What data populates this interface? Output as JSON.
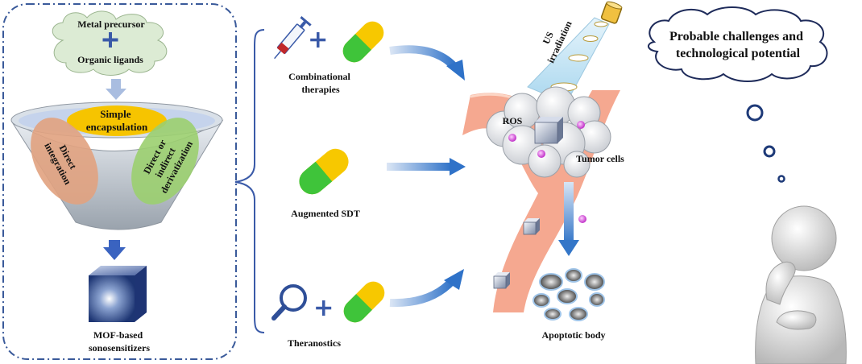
{
  "synthesis": {
    "metal_precursor": "Metal precursor",
    "plus": "+",
    "organic_ligands": "Organic ligands",
    "simple_encapsulation": [
      "Simple",
      "encapsulation"
    ],
    "direct_integration": [
      "Direct",
      "integration"
    ],
    "derivatization": [
      "Direct or",
      "indirect",
      "derivatization"
    ],
    "product": [
      "MOF-based",
      "sonosensitizers"
    ]
  },
  "applications": {
    "combinational": [
      "Combinational",
      "therapies"
    ],
    "augmented": "Augmented SDT",
    "theranostics": "Theranostics",
    "plus": "+"
  },
  "tumor": {
    "us_irradiation": [
      "US",
      "irradiation"
    ],
    "ros": "ROS",
    "tumor_cells": "Tumor cells",
    "apoptotic_body": "Apoptotic body"
  },
  "thought": {
    "lines": [
      "Probable challenges and",
      "technological potential"
    ]
  },
  "colors": {
    "border": "#3a5a9a",
    "arrow": "#3a6fc4",
    "capsule_yellow": "#f7c800",
    "capsule_green": "#3fc43a",
    "vessel": "#f5a890",
    "bubble": "#dcebd4"
  }
}
